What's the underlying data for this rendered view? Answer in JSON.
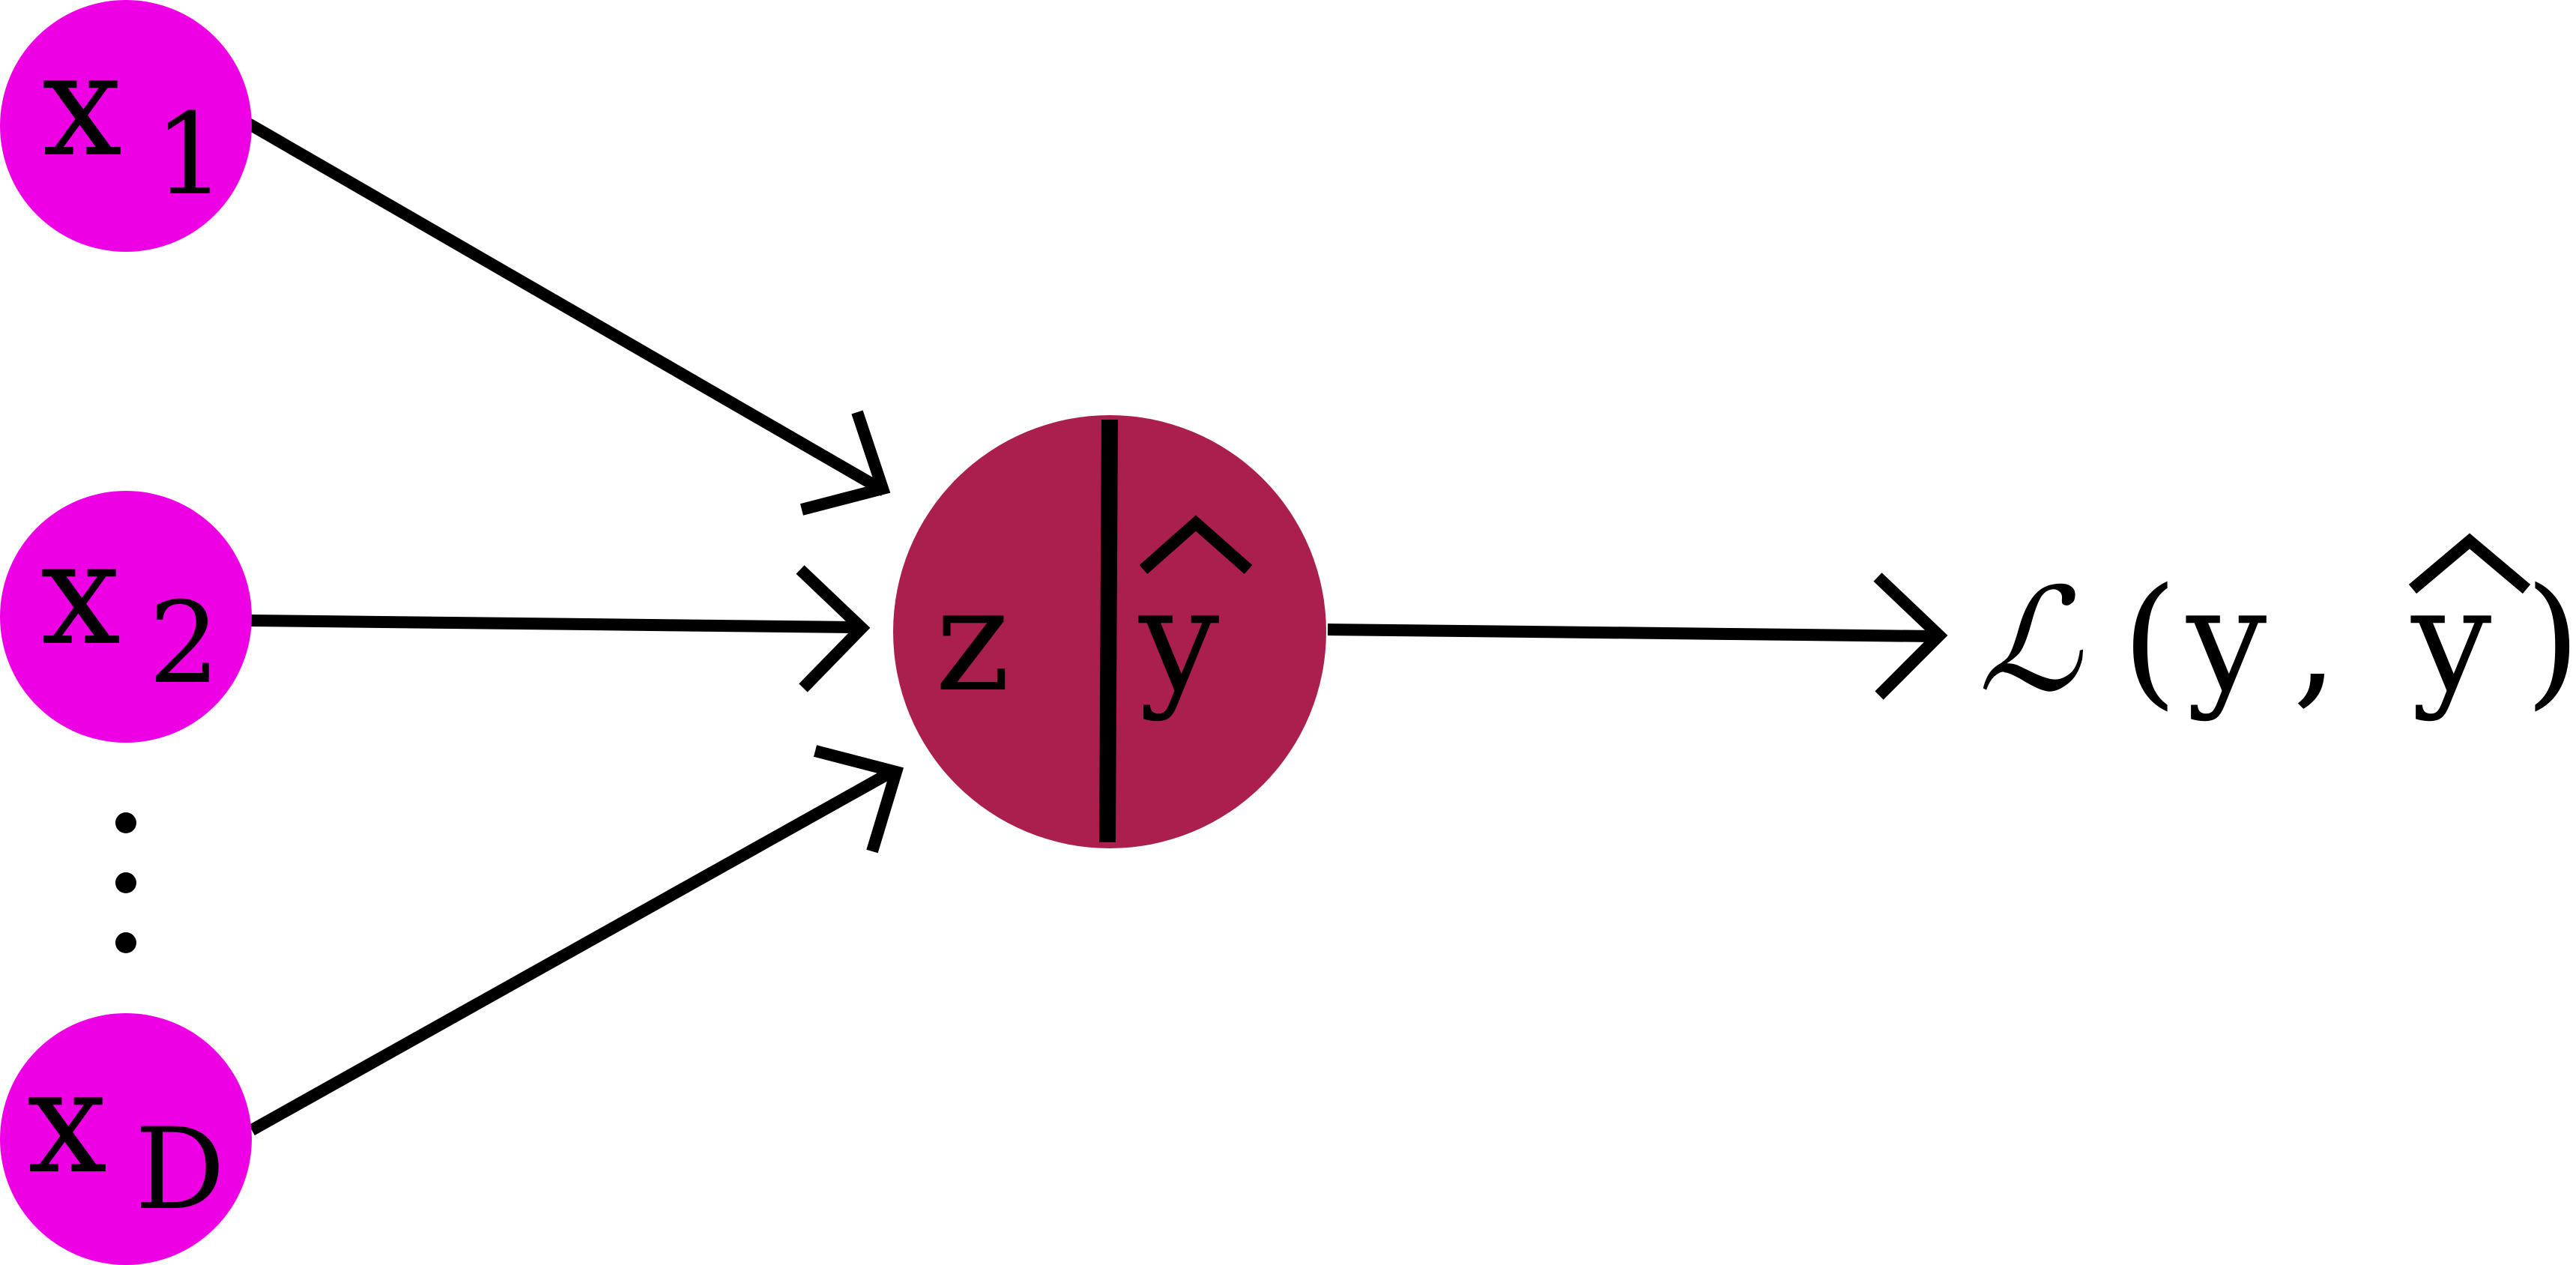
{
  "diagram": {
    "inputs": [
      {
        "symbol": "x",
        "subscript": "1"
      },
      {
        "symbol": "x",
        "subscript": "2"
      },
      {
        "symbol": "x",
        "subscript": "D"
      }
    ],
    "neuron": {
      "pre_activation": "z",
      "output": "y",
      "output_hat": "^"
    },
    "loss": {
      "symbol": "ℒ",
      "open_paren": "(",
      "target": "y",
      "comma": ",",
      "prediction": "y",
      "prediction_hat": "^",
      "close_paren": ")"
    },
    "colors": {
      "input_node": "#ee00e4",
      "neuron_node": "#aa1f4e",
      "edge": "#000000",
      "text": "#000000"
    }
  }
}
